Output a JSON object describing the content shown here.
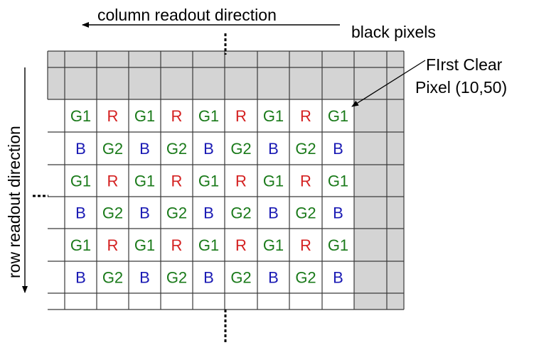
{
  "labels": {
    "column_readout": "column readout direction",
    "row_readout": "row readout direction",
    "black_pixels": "black pixels",
    "first_clear_line1": "FIrst Clear",
    "first_clear_line2": "Pixel (10,50)"
  },
  "bayer_rows": [
    [
      "G1",
      "R",
      "G1",
      "R",
      "G1",
      "R",
      "G1",
      "R",
      "G1"
    ],
    [
      "B",
      "G2",
      "B",
      "G2",
      "B",
      "G2",
      "B",
      "G2",
      "B"
    ],
    [
      "G1",
      "R",
      "G1",
      "R",
      "G1",
      "R",
      "G1",
      "R",
      "G1"
    ],
    [
      "B",
      "G2",
      "B",
      "G2",
      "B",
      "G2",
      "B",
      "G2",
      "B"
    ],
    [
      "G1",
      "R",
      "G1",
      "R",
      "G1",
      "R",
      "G1",
      "R",
      "G1"
    ],
    [
      "B",
      "G2",
      "B",
      "G2",
      "B",
      "G2",
      "B",
      "G2",
      "B"
    ]
  ],
  "colors": {
    "G1": "#1a7a1a",
    "G2": "#1a7a1a",
    "R": "#d42020",
    "B": "#1a1ab4",
    "black_pixel_region": "#d4d4d4",
    "grid_line": "#3a3a3a"
  }
}
